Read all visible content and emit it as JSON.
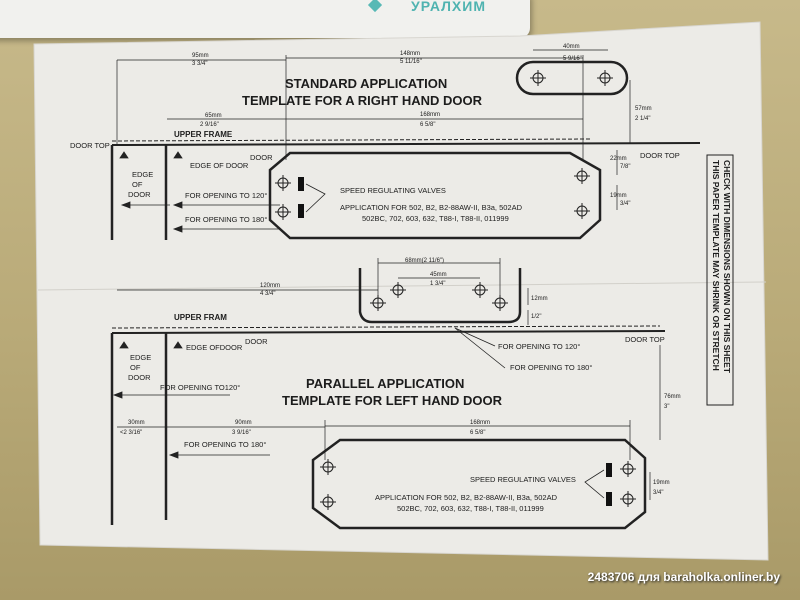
{
  "catalog_brand": "УРАЛХИМ",
  "titles": {
    "standard_line1": "STANDARD APPLICATION",
    "standard_line2": "TEMPLATE FOR A RIGHT  HAND DOOR",
    "parallel_line1": "PARALLEL APPLICATION",
    "parallel_line2": "TEMPLATE FOR LEFT  HAND DOOR"
  },
  "labels": {
    "door_top": "DOOR TOP",
    "upper_frame": "UPPER FRAME",
    "upper_frame_b": "UPPER FRAM",
    "edge_of_door": "EDGE OF DOOR",
    "edge_of_door_b": "EDGE OFDOOR",
    "door": "DOOR",
    "edge": "EDGE",
    "of": "OF",
    "door_word": "DOOR",
    "open_120": "FOR OPENING TO 120°",
    "open_120_b": "FOR OPENING TO120°",
    "open_180": "FOR OPENING TO 180°",
    "valves": "SPEED REGULATING VALVES",
    "app_line1": "APPLICATION FOR 502,  B2,  B2-88AW-II,  B3a,   502AD",
    "app_line2": "502BC,  702,  603,  632,  T88-I,  T88-II,  011999",
    "app_line2_b": "502BC,  702,  603,  632,  T88-I,  T88-II,  011999"
  },
  "dims": {
    "d95mm": "95mm",
    "d95in": "3 3/4\"",
    "d148mm": "148mm",
    "d148in": "5 11/16\"",
    "d40mm": "40mm",
    "d40in": "5 9/16\"",
    "d65mm": "65mm",
    "d65in": "2 9/16\"",
    "d168mm": "168mm",
    "d168in": "6 5/8\"",
    "d120mm": "120mm",
    "d120in": "4 3/4\"",
    "d68mm": "68mm(2 11/6\")",
    "d45mm": "45mm",
    "d45in": "1 3/4\"",
    "d30mm": "30mm",
    "d30in": "<2 3/16\"",
    "d90mm": "90mm",
    "d90in": "3 9/16\"",
    "d19mm": "19mm",
    "d19in": "3/4\"",
    "d22mm": "22mm",
    "d22in": "7/8\"",
    "d57mm": "57mm",
    "d57in": "2 1/4\"",
    "d12mm": "12mm",
    "d12in": "1/2\"",
    "d76mm": "76mm",
    "d76in": "3\""
  },
  "side_note": {
    "line1": "THIS PAPER TEMPLATE MAY SHRINK OR STRETCH",
    "line2": "CHECK WITH DIMENSIONS SHOWN ON THIS SHEET"
  },
  "watermark": "2483706 для baraholka.onliner.by"
}
